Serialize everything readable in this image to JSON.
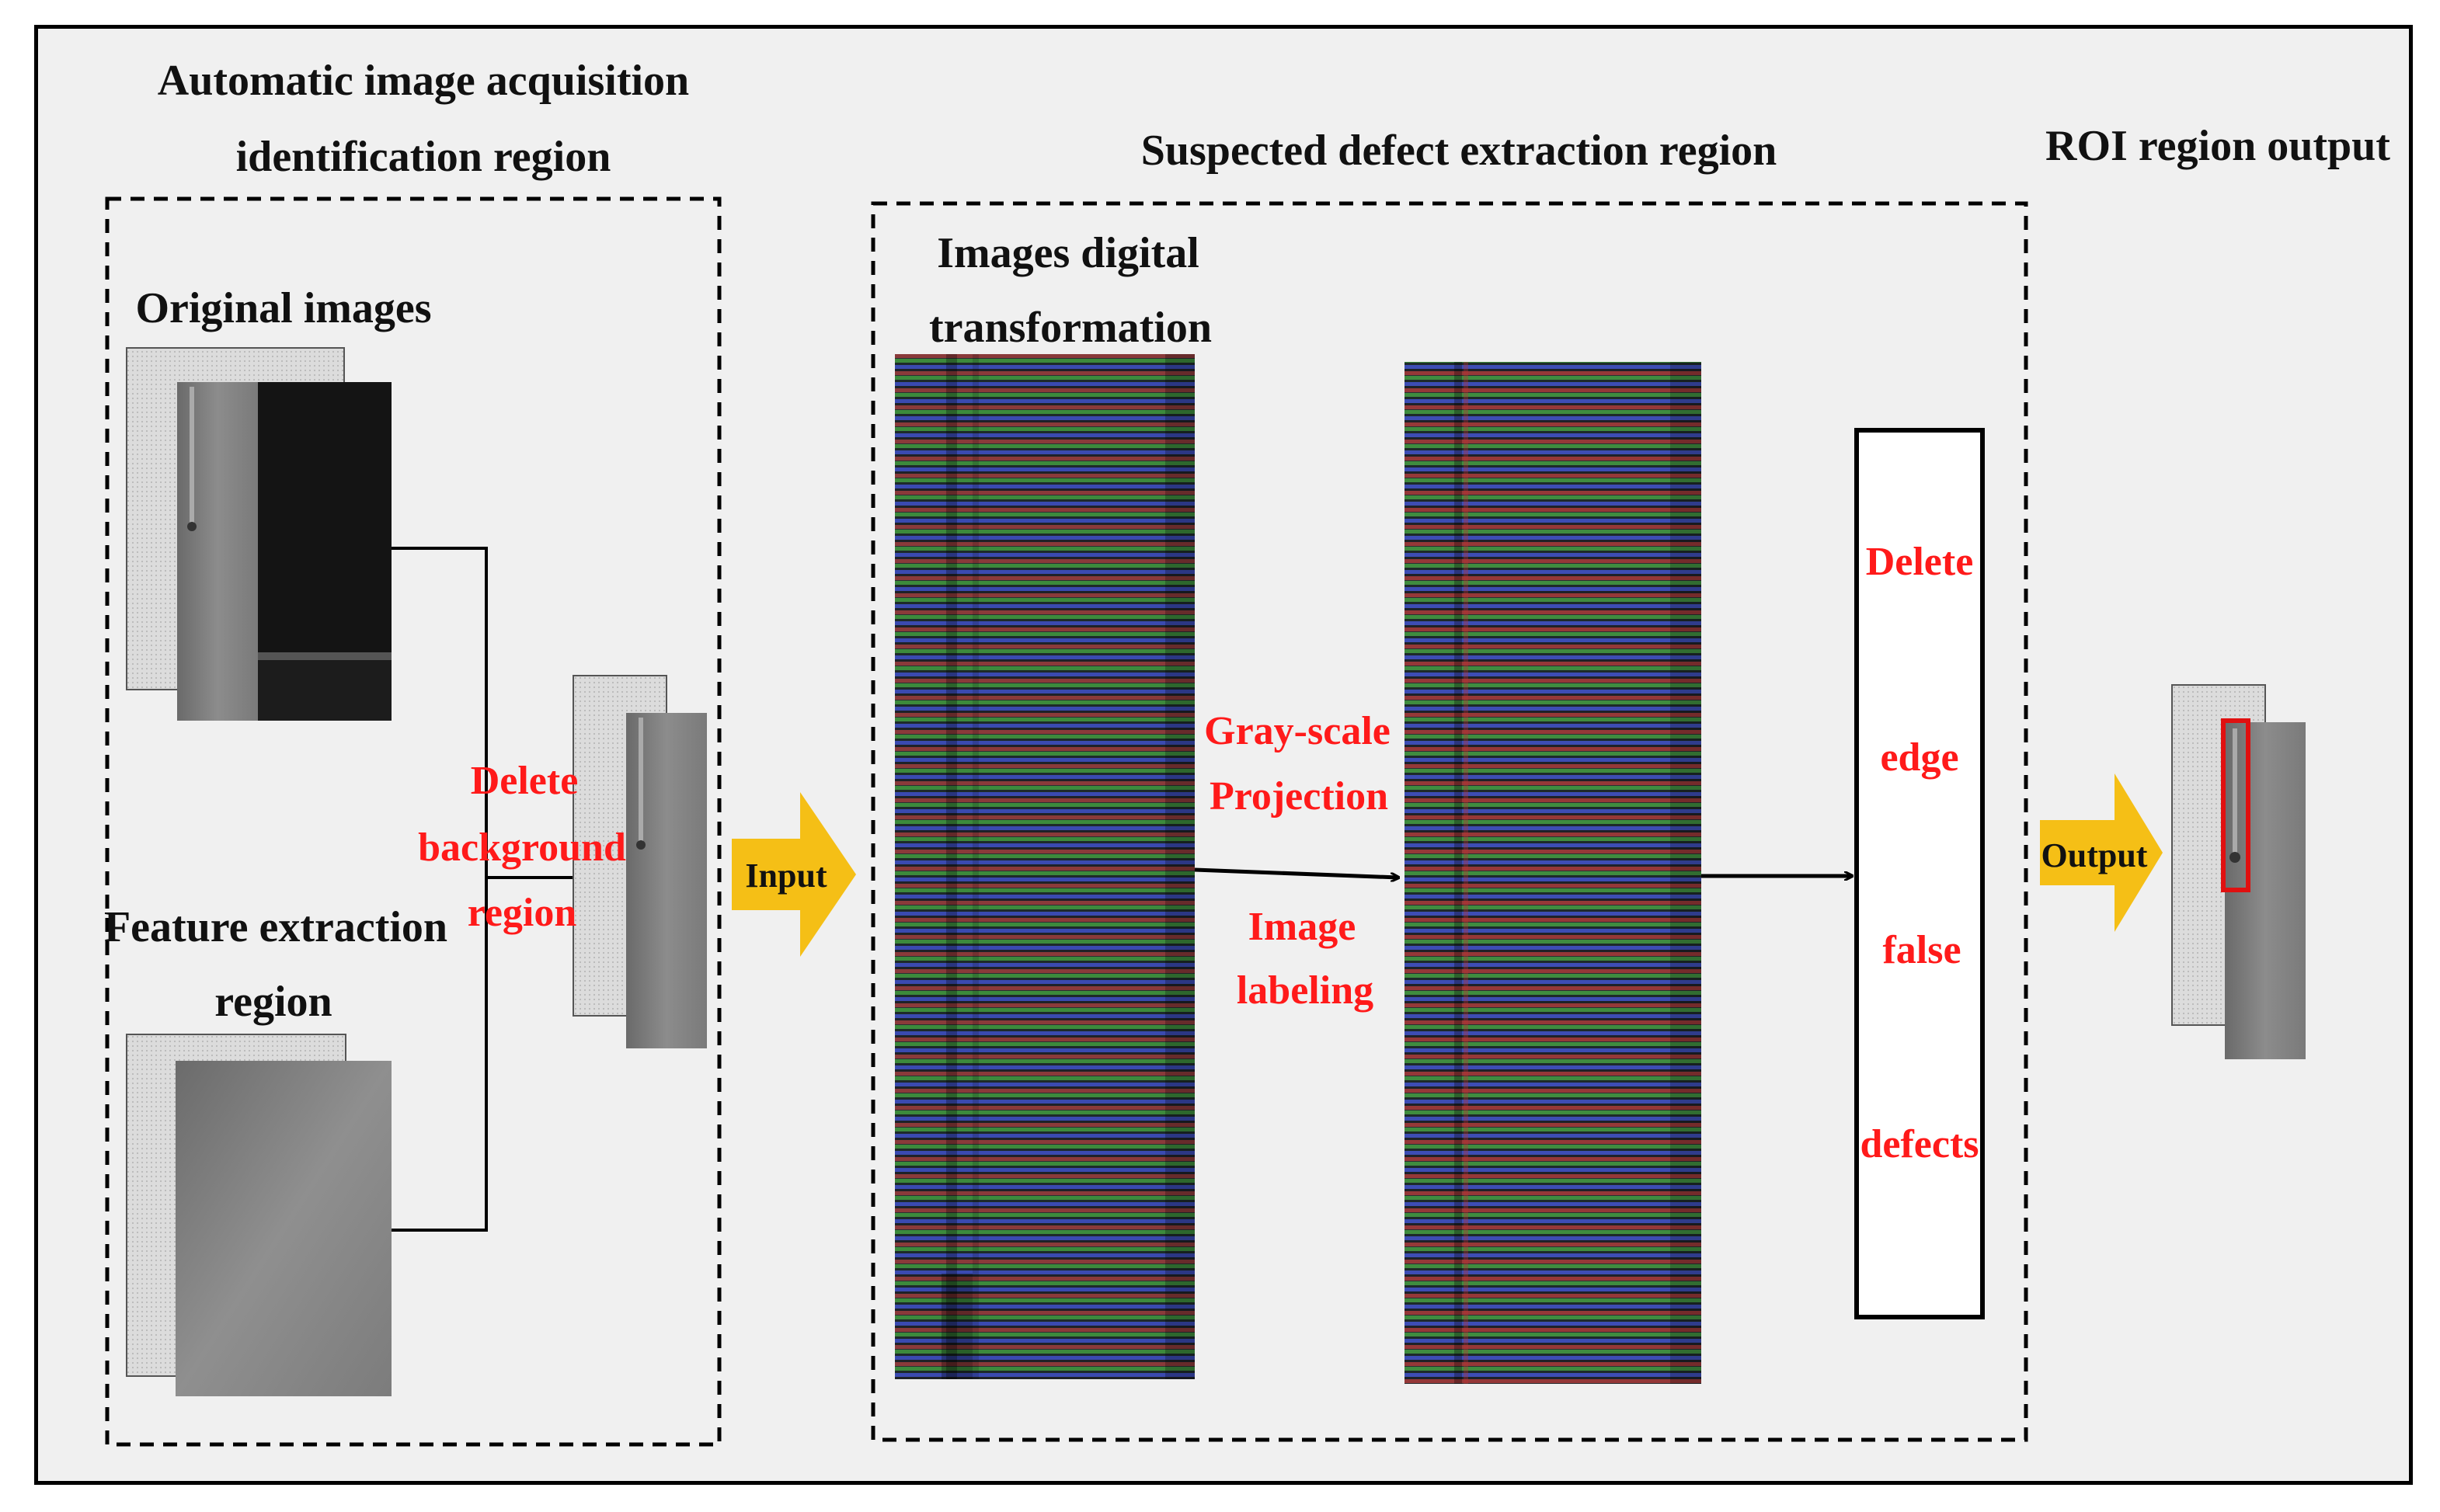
{
  "regions": {
    "acquisition_title_line1": "Automatic image acquisition",
    "acquisition_title_line2": "identification region",
    "extraction_title": "Suspected defect extraction region",
    "roi_title": "ROI region output"
  },
  "labels": {
    "original_images": "Original images",
    "feature_extraction_line1": "Feature extraction",
    "feature_extraction_line2": "region",
    "digital_transformation_line1": "Images digital",
    "digital_transformation_line2": "transformation"
  },
  "steps": {
    "delete_background": [
      "Delete",
      "background",
      "region"
    ],
    "gray_scale": [
      "Gray-scale",
      "Projection"
    ],
    "image_labeling": [
      "Image",
      "labeling"
    ],
    "delete_edge": [
      "Delete",
      "edge",
      "false",
      "defects"
    ]
  },
  "arrows": {
    "input": "Input",
    "output": "Output"
  },
  "colors": {
    "arrow_fill": "#f5bf16",
    "label_red": "#ff1a1a",
    "roi_box": "#e01010",
    "background": "#f0f0f0"
  }
}
